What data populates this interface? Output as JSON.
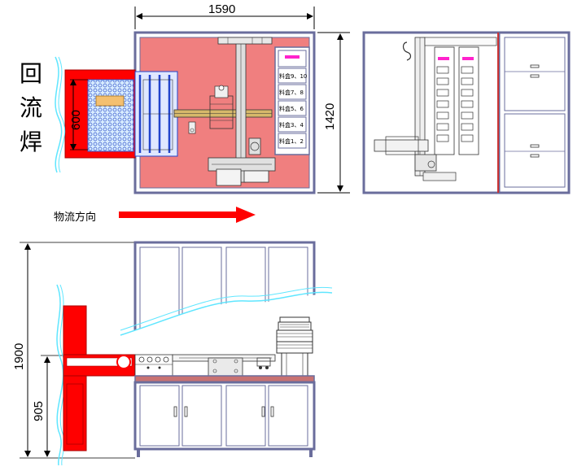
{
  "dimensions": {
    "width_top": "1590",
    "depth_top": "1420",
    "conveyor_width": "600",
    "height_total": "1900",
    "height_conveyor": "905"
  },
  "labels": {
    "reflow_chars": [
      "回",
      "流",
      "焊"
    ],
    "flow_direction": "物流方向",
    "magazines": [
      "料盒9、10",
      "料盒7、8",
      "料盒5、6",
      "料盒3、4",
      "料盒1、2"
    ]
  },
  "colors": {
    "frame": "#6a6d9c",
    "salmon": "#f07f7f",
    "red": "#ff0000",
    "wave": "#5fe6ff",
    "conveyor_blue": "#2244cc",
    "bench": "#c87272",
    "magenta": "#ff22cc"
  }
}
